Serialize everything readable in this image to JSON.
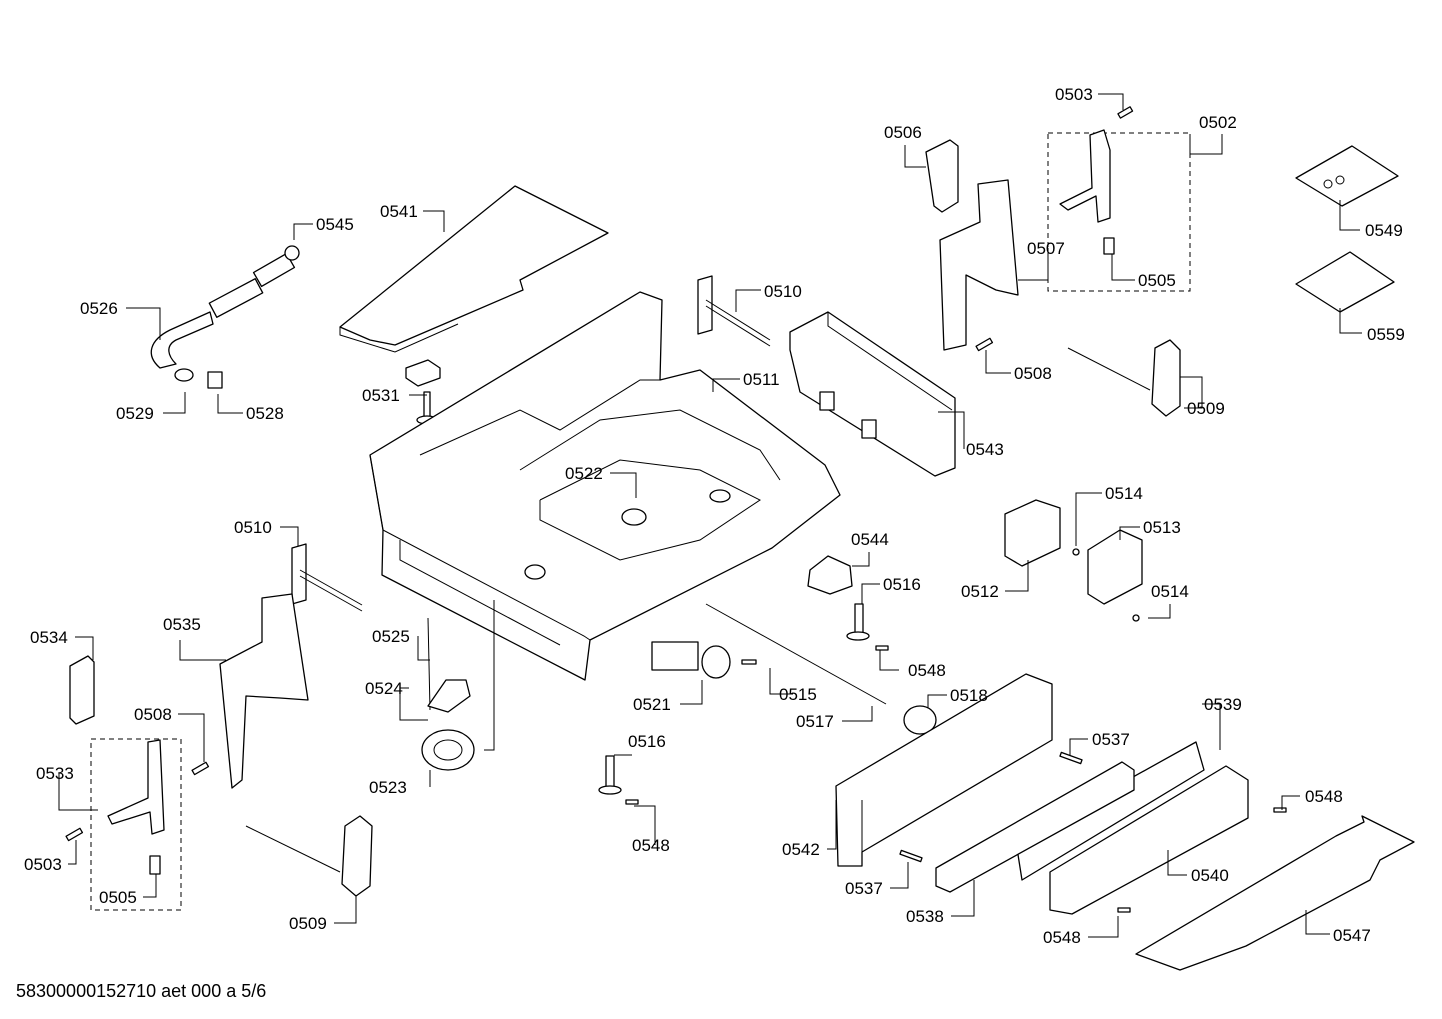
{
  "document_id": "58300000152710 aet 000 a 5/6",
  "labels": {
    "p0503a": "0503",
    "p0502": "0502",
    "p0506": "0506",
    "p0507": "0507",
    "p0505a": "0505",
    "p0549": "0549",
    "p0559": "0559",
    "p0541": "0541",
    "p0545": "0545",
    "p0526": "0526",
    "p0529": "0529",
    "p0528": "0528",
    "p0510a": "0510",
    "p0511": "0511",
    "p0508a": "0508",
    "p0509a": "0509",
    "p0531": "0531",
    "p0543": "0543",
    "p0522": "0522",
    "p0514a": "0514",
    "p0513": "0513",
    "p0512": "0512",
    "p0514b": "0514",
    "p0510b": "0510",
    "p0544": "0544",
    "p0516a": "0516",
    "p0548a": "0548",
    "p0534": "0534",
    "p0535": "0535",
    "p0525": "0525",
    "p0518": "0518",
    "p0524": "0524",
    "p0515": "0515",
    "p0521": "0521",
    "p0517": "0517",
    "p0508b": "0508",
    "p0539": "0539",
    "p0533": "0533",
    "p0523": "0523",
    "p0516b": "0516",
    "p0537a": "0537",
    "p0548b": "0548",
    "p0503b": "0503",
    "p0542": "0542",
    "p0505b": "0505",
    "p0548c": "0548",
    "p0537b": "0537",
    "p0540": "0540",
    "p0509b": "0509",
    "p0538": "0538",
    "p0547": "0547",
    "p0548d": "0548"
  }
}
